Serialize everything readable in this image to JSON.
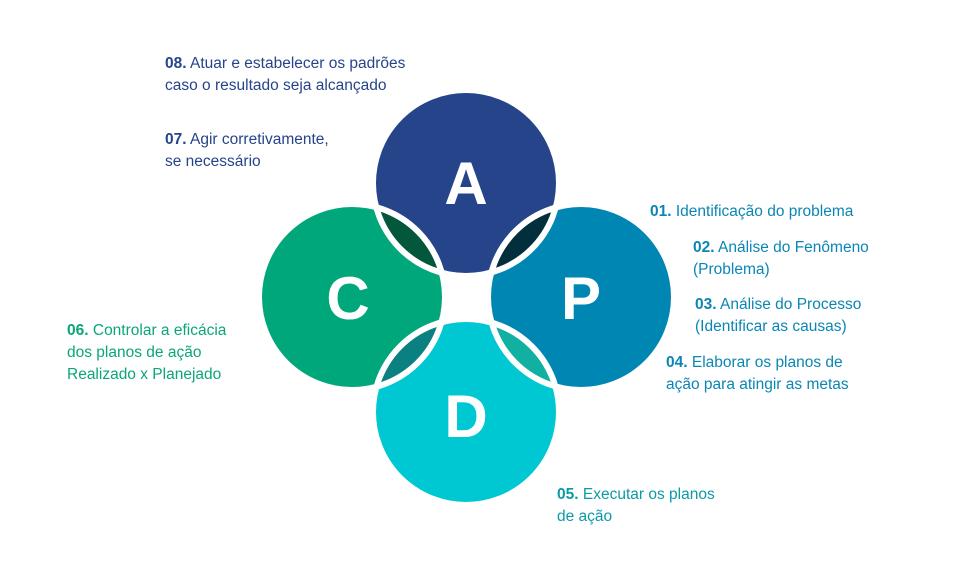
{
  "colors": {
    "act": "#26448a",
    "check": "#00a77b",
    "plan": "#0086b3",
    "do": "#00c8d2",
    "act_check": "#03573a",
    "act_plan": "#032f3c",
    "check_do": "#0a8080",
    "plan_do": "#12b0a0",
    "text_plan": "#0b86b4",
    "text_do": "#0c9aa6",
    "text_check": "#0aa67a"
  },
  "quadrants": {
    "act": "A",
    "check": "C",
    "plan": "P",
    "do": "D"
  },
  "steps": [
    {
      "num": "01.",
      "lines": [
        "Identificação do problema"
      ]
    },
    {
      "num": "02.",
      "lines": [
        "Análise do Fenômeno",
        "(Problema)"
      ]
    },
    {
      "num": "03.",
      "lines": [
        "Análise do Processo",
        "(Identificar as causas)"
      ]
    },
    {
      "num": "04.",
      "lines": [
        "Elaborar os planos de",
        "ação para atingir as metas"
      ]
    },
    {
      "num": "05.",
      "lines": [
        "Executar os planos",
        "de ação"
      ]
    },
    {
      "num": "06.",
      "lines": [
        "Controlar a eficácia",
        "dos planos de ação",
        "Realizado x Planejado"
      ]
    },
    {
      "num": "07.",
      "lines": [
        "Agir corretivamente,",
        "se necessário"
      ]
    },
    {
      "num": "08.",
      "lines": [
        "Atuar e estabelecer os padrões",
        "caso o resultado seja alcançado"
      ]
    }
  ]
}
